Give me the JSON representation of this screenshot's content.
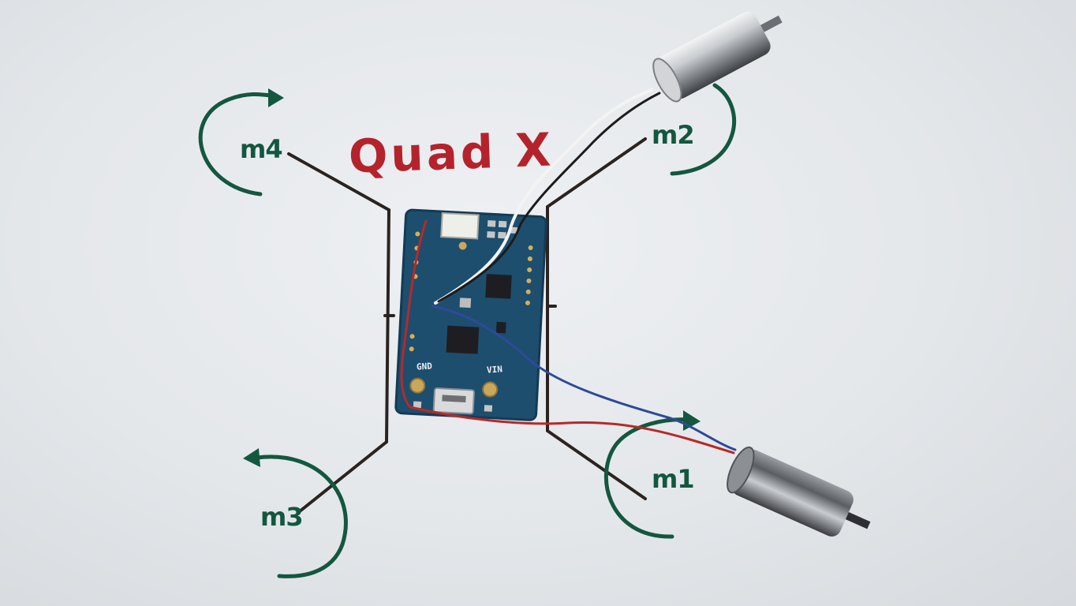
{
  "scene": {
    "title": "Quad X",
    "motors": {
      "m1": "m1",
      "m2": "m2",
      "m3": "m3",
      "m4": "m4"
    },
    "board_silkscreen": {
      "gnd": "GND",
      "vin": "VIN"
    },
    "colors": {
      "paper": "#e4e7ea",
      "ink_frame": "#2b2320",
      "ink_title": "#b4232c",
      "ink_arrows": "#13573f",
      "pcb": "#1d4e6e",
      "motor_metal": "#b9bcc0",
      "wire_red": "#b52a2a",
      "wire_blue": "#2d4a9a",
      "wire_white": "#f3f3f3",
      "wire_black": "#1c1c1c"
    }
  }
}
